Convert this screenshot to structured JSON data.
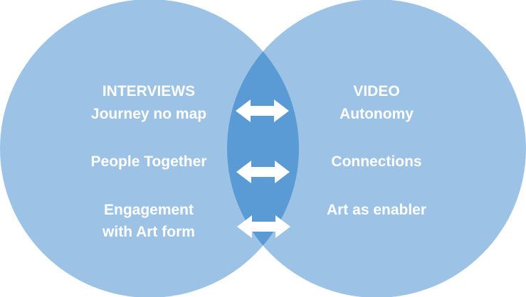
{
  "colors": {
    "circle_fill": "#9cc3e5",
    "overlap_fill": "#5b9bd5",
    "arrow_fill": "#ffffff",
    "text": "#ffffff"
  },
  "left_circle": {
    "title": "INTERVIEWS",
    "items": [
      "Journey no map",
      "People Together",
      "Engagement",
      "with Art form"
    ]
  },
  "right_circle": {
    "title": "VIDEO",
    "items": [
      "Autonomy",
      "Connections",
      "Art as enabler"
    ]
  },
  "arrows": [
    {
      "icon": "double-arrow-icon"
    },
    {
      "icon": "double-arrow-icon"
    },
    {
      "icon": "double-arrow-icon"
    }
  ]
}
